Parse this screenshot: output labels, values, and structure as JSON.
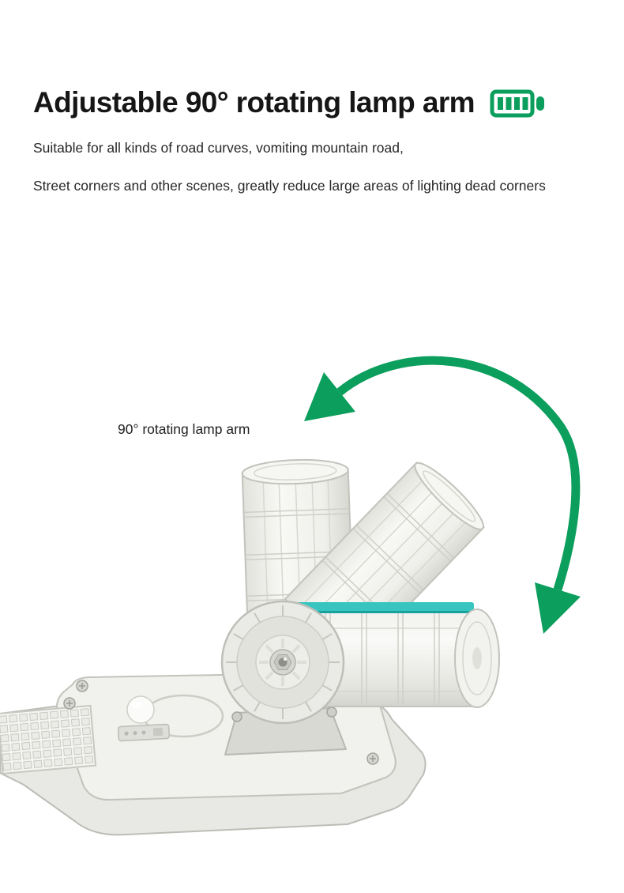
{
  "header": {
    "title": "Adjustable 90° rotating lamp arm"
  },
  "intro": {
    "line1": "Suitable for all kinds of road curves, vomiting mountain road,",
    "line2": "Street corners and other scenes, greatly reduce large areas of lighting dead corners"
  },
  "diagram": {
    "annotation": "90° rotating lamp arm",
    "icons": {
      "battery": "battery-icon",
      "rotation_arrow": "rotation-arrow-icon"
    },
    "subject": "solar street light with adjustable rotating lamp arm shown in three positions"
  },
  "colors": {
    "accent_green": "#0b9e5c",
    "accent_teal": "#38c5c0",
    "accent_teal_dark": "#17a29d",
    "title_text": "#161616",
    "body_text": "#272727",
    "product_light": "#f2f2ee",
    "product_mid": "#e6e6e1",
    "product_line": "#c3c3bd"
  }
}
